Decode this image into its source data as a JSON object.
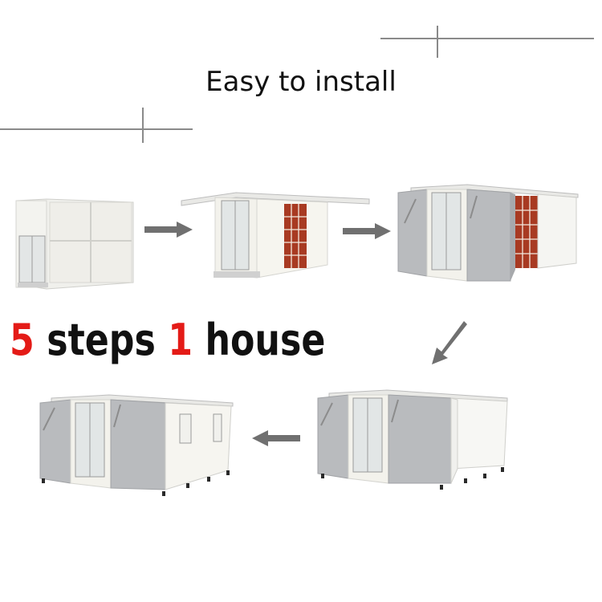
{
  "title": "Easy to install",
  "headline": {
    "num1": "5",
    "word1": " steps ",
    "num2": "1",
    "word2": " house"
  },
  "colors": {
    "accent_red": "#e41b17",
    "panel_grey": "#b8babd",
    "frame_white": "#f3f2ec",
    "window_brown": "#a83a22",
    "arrow_grey": "#6f6f6f"
  },
  "steps": [
    {
      "id": 1,
      "state": "folded container"
    },
    {
      "id": 2,
      "state": "roof and side wall unfolding"
    },
    {
      "id": 3,
      "state": "roof extended, wall opening"
    },
    {
      "id": 4,
      "state": "walls extended"
    },
    {
      "id": 5,
      "state": "completed house"
    }
  ]
}
